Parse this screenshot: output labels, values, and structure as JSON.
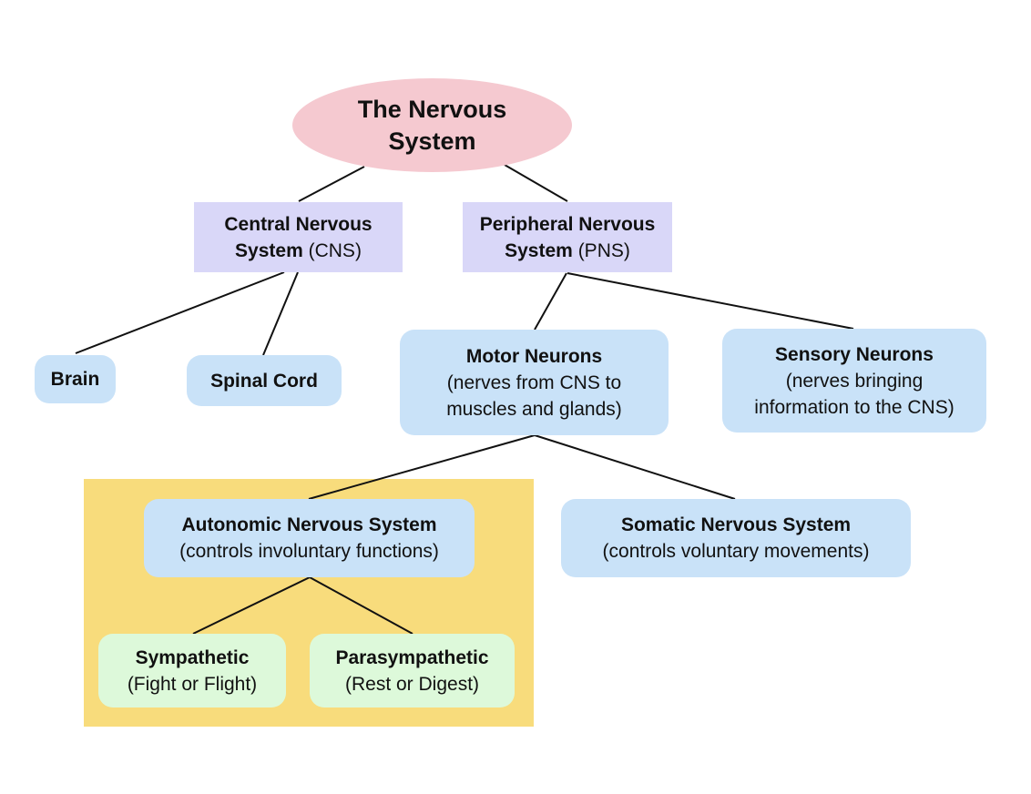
{
  "diagram": {
    "root": {
      "line1": "The Nervous",
      "line2": "System"
    },
    "cns": {
      "title_line1": "Central Nervous",
      "title_line2": "System",
      "abbr": "(CNS)"
    },
    "pns": {
      "title_line1": "Peripheral Nervous",
      "title_line2": "System",
      "abbr": "(PNS)"
    },
    "brain": {
      "title": "Brain"
    },
    "spinal_cord": {
      "title": "Spinal Cord"
    },
    "motor": {
      "title": "Motor Neurons",
      "desc_line1": "(nerves from CNS to",
      "desc_line2": "muscles and glands)"
    },
    "sensory": {
      "title": "Sensory Neurons",
      "desc_line1": "(nerves bringing",
      "desc_line2": "information to the CNS)"
    },
    "autonomic": {
      "title": "Autonomic Nervous System",
      "desc": "(controls involuntary functions)"
    },
    "somatic": {
      "title": "Somatic Nervous System",
      "desc": "(controls voluntary movements)"
    },
    "sympathetic": {
      "title": "Sympathetic",
      "desc": "(Fight or Flight)"
    },
    "parasympathetic": {
      "title": "Parasympathetic",
      "desc": "(Rest or Digest)"
    }
  },
  "colors": {
    "root": "#f5c9d0",
    "system": "#d9d7f8",
    "neuron": "#c9e2f8",
    "division": "#ddf9da",
    "highlight": "#f8dc7c",
    "connector": "#111111"
  }
}
